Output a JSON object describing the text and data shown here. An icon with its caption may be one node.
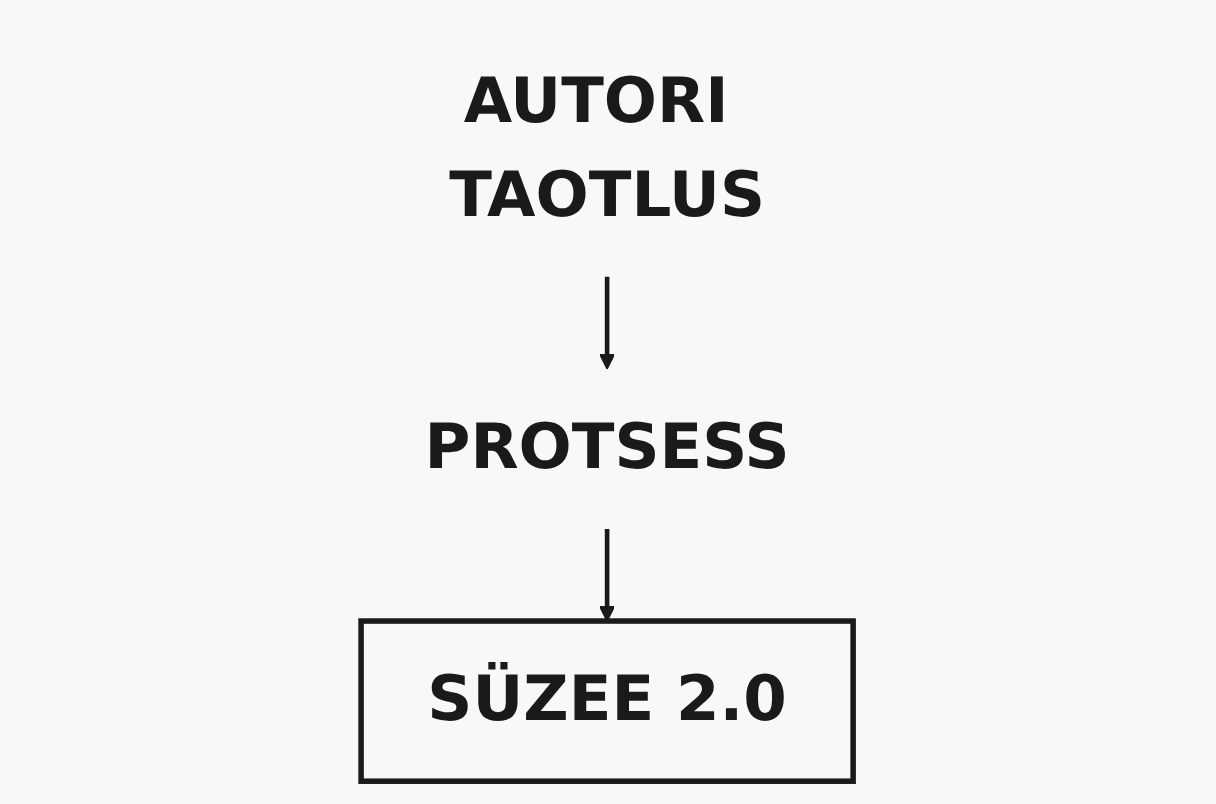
{
  "diagram": {
    "nodes": [
      {
        "text": [
          "AUTORI TAOTLUS"
        ]
      },
      {
        "text": [
          "PROTSESS"
        ]
      },
      {
        "text": [
          "SÜZEE 2.0"
        ]
      }
    ],
    "edges": [
      {
        "from": 0,
        "to": 1,
        "arrow": "to"
      },
      {
        "from": 1,
        "to": 2,
        "arrow": "to"
      }
    ]
  }
}
